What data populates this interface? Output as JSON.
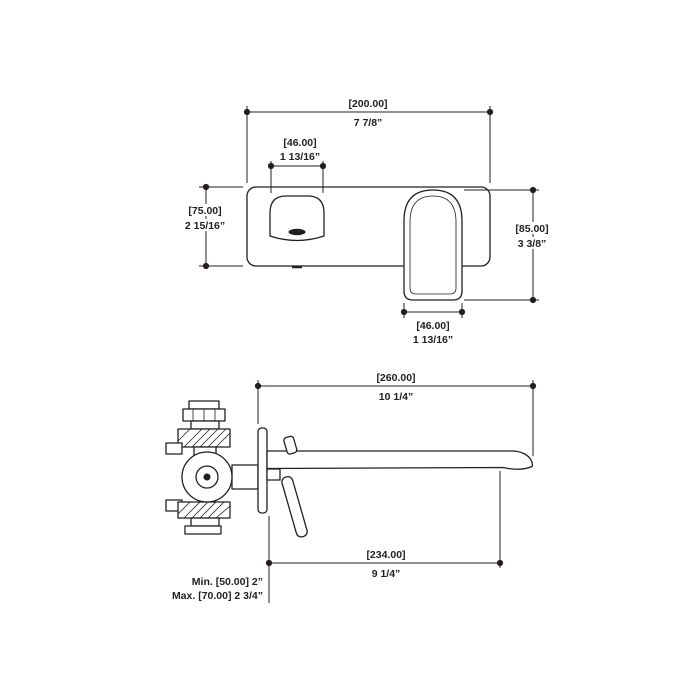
{
  "page": {
    "background": "#ffffff",
    "line_color": "#231f20"
  },
  "top_view": {
    "overall_width": {
      "metric": "[200.00]",
      "imperial": "7 7/8”"
    },
    "spout_width": {
      "metric": "[46.00]",
      "imperial": "1 13/16”"
    },
    "plate_height": {
      "metric": "[75.00]",
      "imperial": "2 15/16”"
    },
    "handle_height": {
      "metric": "[85.00]",
      "imperial": "3 3/8”"
    },
    "handle_width": {
      "metric": "[46.00]",
      "imperial": "1 13/16”"
    }
  },
  "side_view": {
    "overall_depth": {
      "metric": "[260.00]",
      "imperial": "10 1/4”"
    },
    "spout_reach": {
      "metric": "[234.00]",
      "imperial": "9 1/4”"
    },
    "wall_thickness_min": "Min. [50.00] 2”",
    "wall_thickness_max": "Max. [70.00] 2 3/4”"
  }
}
